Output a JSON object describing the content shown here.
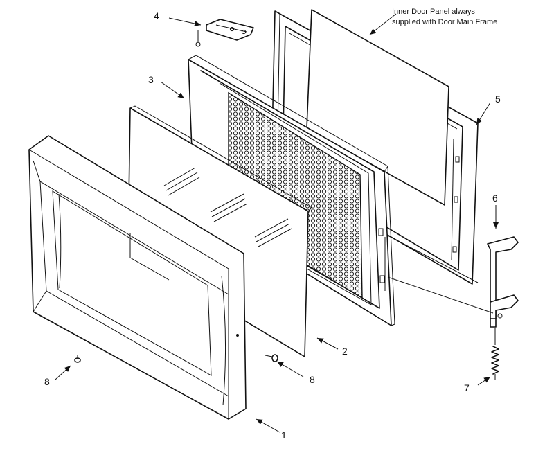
{
  "diagram": {
    "callouts": {
      "part1": "1",
      "part2": "2",
      "part3": "3",
      "part4": "4",
      "part5": "5",
      "part6": "6",
      "part7": "7",
      "part8_left": "8",
      "part8_right": "8"
    },
    "note": {
      "line1": "Inner Door Panel always",
      "line2": "supplied with Door Main Frame"
    }
  }
}
